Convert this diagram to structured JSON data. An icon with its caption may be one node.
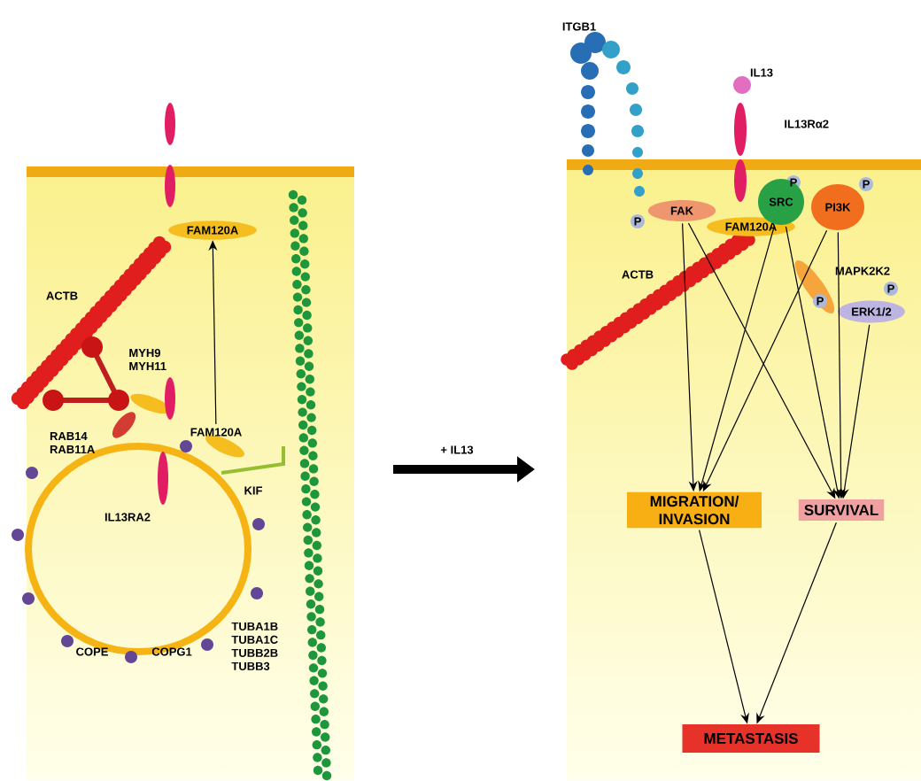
{
  "diagram": {
    "nodes": [
      {
        "text": [
          "FAM120A"
        ]
      },
      {
        "text": [
          "FAM120A"
        ]
      },
      {
        "text": [
          "FAK"
        ]
      },
      {
        "text": [
          "SRC"
        ]
      },
      {
        "text": [
          "FAM120A"
        ]
      },
      {
        "text": [
          "PI3K"
        ]
      },
      {
        "text": [
          "ERK1/2"
        ]
      },
      {
        "text": [
          "MIGRATION/ INVASION"
        ]
      },
      {
        "text": [
          "SURVIVAL"
        ]
      },
      {
        "text": [
          "METASTASIS"
        ]
      }
    ],
    "edges": [
      {
        "from": 1,
        "to": 0,
        "arrow": "to"
      },
      {
        "from": 2,
        "to": 7,
        "arrow": "to"
      },
      {
        "from": 2,
        "to": 8,
        "arrow": "to"
      },
      {
        "from": 3,
        "to": 7,
        "arrow": "to"
      },
      {
        "from": 3,
        "to": 8,
        "arrow": "to"
      },
      {
        "from": 5,
        "to": 7,
        "arrow": "to"
      },
      {
        "from": 5,
        "to": 8,
        "arrow": "to"
      },
      {
        "from": 6,
        "to": 8,
        "arrow": "to"
      },
      {
        "from": 7,
        "to": 9,
        "arrow": "to"
      },
      {
        "from": 8,
        "to": 9,
        "arrow": "to"
      }
    ],
    "labels": [
      "ACTB",
      "MYH9 MYH11",
      "RAB14 RAB11A",
      "IL13RA2",
      "KIF",
      "TUBA1B TUBA1C TUBB2B TUBB3",
      "COPE",
      "COPG1",
      "+ IL13",
      "ITGB1",
      "IL13",
      "IL13Rα2",
      "ACTB",
      "MAPK2K2",
      "P",
      "P",
      "P",
      "P",
      "P"
    ]
  }
}
